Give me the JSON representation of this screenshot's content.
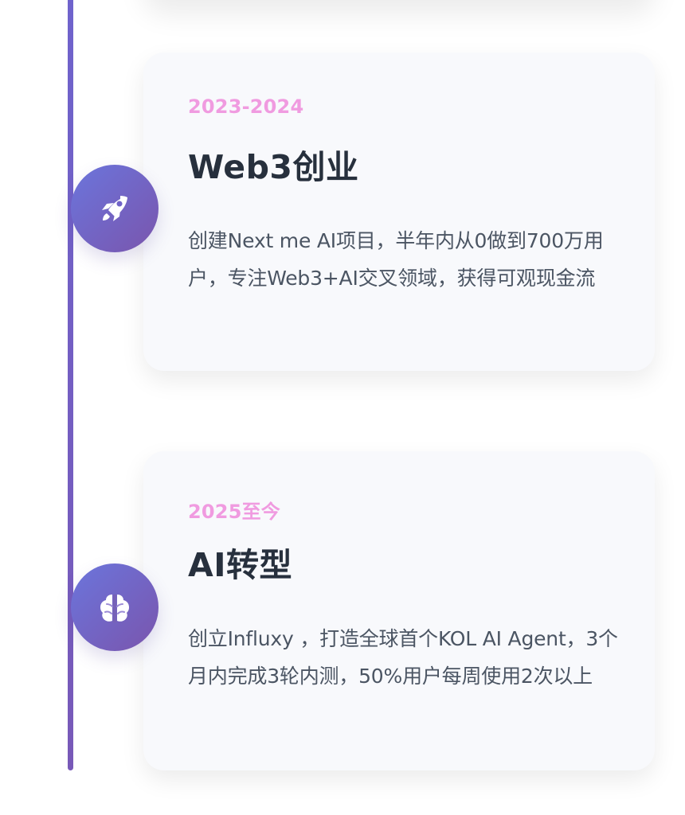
{
  "timeline": {
    "items": [
      {
        "date": "2023-2024",
        "title": "Web3创业",
        "description": "创建Next me AI项目，半年内从0做到700万用户，专注Web3+AI交叉领域，获得可观现金流",
        "icon": "rocket-icon"
      },
      {
        "date": "2025至今",
        "title": "AI转型",
        "description": "创立Influxy ，打造全球首个KOL AI Agent，3个月内完成3轮内测，50%用户每周使用2次以上",
        "icon": "brain-icon"
      }
    ],
    "colors": {
      "line": "#7359bc",
      "node_start": "#6b75dc",
      "node_end": "#7a55ad",
      "date": "#f09be0",
      "title": "#27303d",
      "description": "#4b5563",
      "card": "#f8f9fc"
    }
  }
}
